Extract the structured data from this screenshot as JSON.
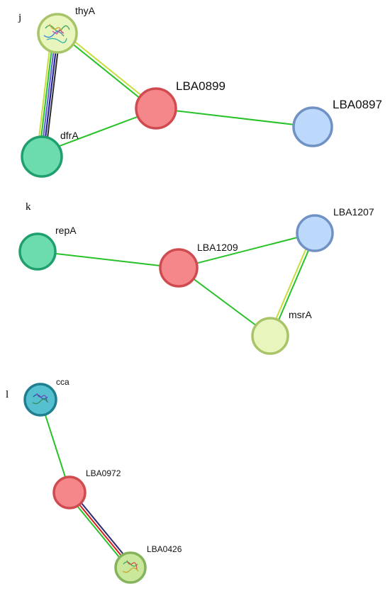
{
  "colors": {
    "textmining": "#c8dc3c",
    "coexpression": "#27c227",
    "db": "#5b5bd6",
    "experiments": "#1a1a8c",
    "neighborhood": "#2ec2b5",
    "fusion": "#d62020",
    "red": "#f5878a",
    "red_stroke": "#cf4b50",
    "blue": "#bcd8fb",
    "blue_stroke": "#6f91c3",
    "green": "#6cdcae",
    "green_stroke": "#1f9e6e",
    "yellowgreen": "#e8f5bd",
    "yellowgreen_stroke": "#a8c468",
    "teal": "#56c0d0",
    "teal_stroke": "#1f7f8f",
    "lightgreen": "#c9e89c",
    "lightgreen_stroke": "#86b45c"
  },
  "panels": {
    "j": {
      "letter": "j",
      "nodes": {
        "thyA": "thyA",
        "LBA0899": "LBA0899",
        "LBA0897": "LBA0897",
        "dfrA": "dfrA"
      }
    },
    "k": {
      "letter": "k",
      "nodes": {
        "repA": "repA",
        "LBA1209": "LBA1209",
        "LBA1207": "LBA1207",
        "msrA": "msrA"
      }
    },
    "l": {
      "letter": "l",
      "nodes": {
        "cca": "cca",
        "LBA0972": "LBA0972",
        "LBA0426": "LBA0426"
      }
    }
  }
}
